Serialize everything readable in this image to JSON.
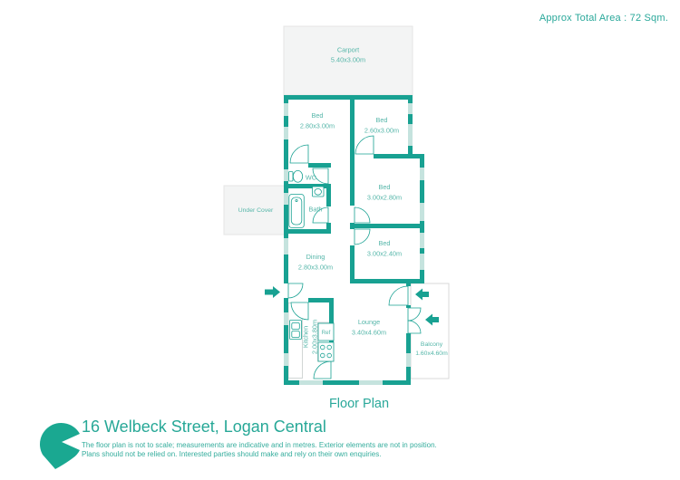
{
  "header": {
    "total_area_label": "Approx Total Area : 72 Sqm."
  },
  "plan": {
    "caption": "Floor Plan",
    "rooms": {
      "carport": {
        "name": "Carport",
        "dims": "5.40x3.00m"
      },
      "bed1": {
        "name": "Bed",
        "dims": "2.80x3.00m"
      },
      "bed2": {
        "name": "Bed",
        "dims": "2.60x3.00m"
      },
      "bed3": {
        "name": "Bed",
        "dims": "3.00x2.80m"
      },
      "bed4": {
        "name": "Bed",
        "dims": "3.00x2.40m"
      },
      "wc": {
        "name": "WC"
      },
      "bath": {
        "name": "Bath"
      },
      "under_cover": {
        "name": "Under Cover"
      },
      "dining": {
        "name": "Dining",
        "dims": "2.80x3.00m"
      },
      "kitchen": {
        "name": "Kitchen",
        "dims": "2.00x3.80m"
      },
      "lounge": {
        "name": "Lounge",
        "dims": "3.40x4.60m"
      },
      "balcony": {
        "name": "Balcony",
        "dims": "1.60x4.60m"
      }
    },
    "fixtures": {
      "fridge_label": "Ref"
    }
  },
  "footer": {
    "address": "16 Welbeck Street, Logan Central",
    "disclaimer_line1": "The floor plan is not to scale; measurements are indicative and in metres. Exterior elements are not in position.",
    "disclaimer_line2": "Plans should not be relied on. Interested parties should make and rely on their own enquiries."
  },
  "colors": {
    "wall": "#18a192",
    "accent": "#2aa89a",
    "room_label": "#55b6a9",
    "window": "#c5e3de",
    "area_fill": "#f3f4f4"
  }
}
